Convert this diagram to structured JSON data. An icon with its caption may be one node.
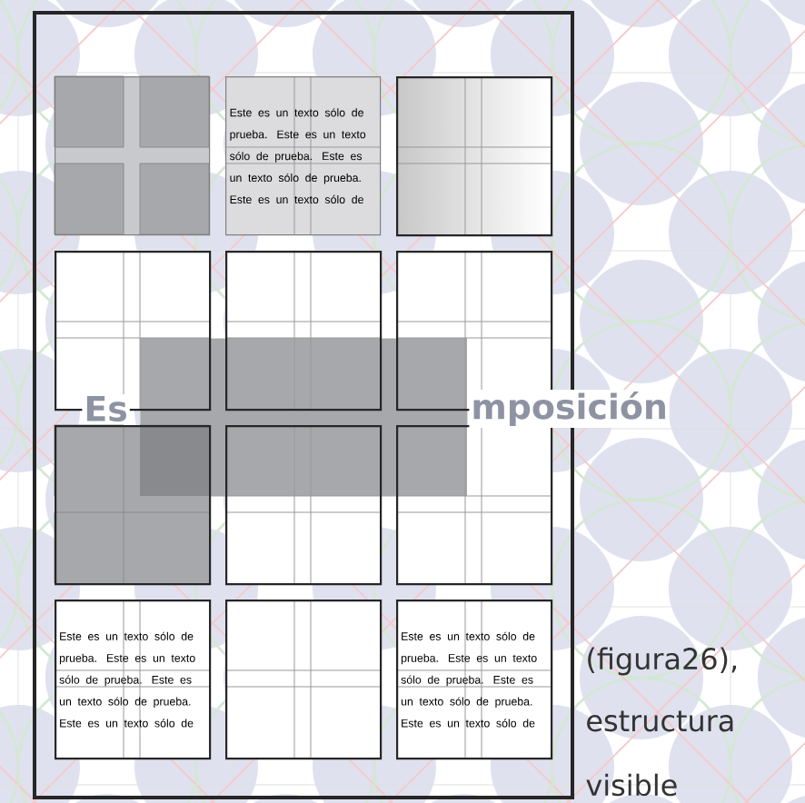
{
  "diagram": {
    "nodes": [
      {
        "text": [],
        "shape": "box"
      },
      {
        "text": [],
        "shape": "box",
        "in": 0
      },
      {
        "text": [
          "Este es un texto sólo de prueba. Este es un texto sólo de prueba. Este es un texto sólo de prueba. Este es un texto sólo de"
        ],
        "in": 0
      },
      {
        "text": [],
        "shape": "box",
        "in": 0
      },
      {
        "text": [],
        "shape": "box",
        "in": 0
      },
      {
        "text": [],
        "shape": "box",
        "in": 0
      },
      {
        "text": [],
        "shape": "box",
        "in": 0
      },
      {
        "text": [],
        "shape": "box",
        "in": 0
      },
      {
        "text": [],
        "shape": "box",
        "in": 0
      },
      {
        "text": [],
        "shape": "box",
        "in": 0
      },
      {
        "text": [
          "Este es un texto sólo de prueba. Este es un texto sólo de prueba. Este es un texto sólo de prueba. Este es un texto sólo de"
        ],
        "in": 0
      },
      {
        "text": [],
        "shape": "box",
        "in": 0
      },
      {
        "text": [
          "Este es un texto sólo de prueba. Este es un texto sólo de prueba. Este es un texto sólo de prueba. Este es un texto sólo de"
        ],
        "in": 0
      },
      {
        "text": [],
        "shape": "box",
        "in": 0
      }
    ],
    "labels": [
      "Es",
      "mposición",
      "(figura26),",
      "estructura",
      "visible"
    ]
  }
}
